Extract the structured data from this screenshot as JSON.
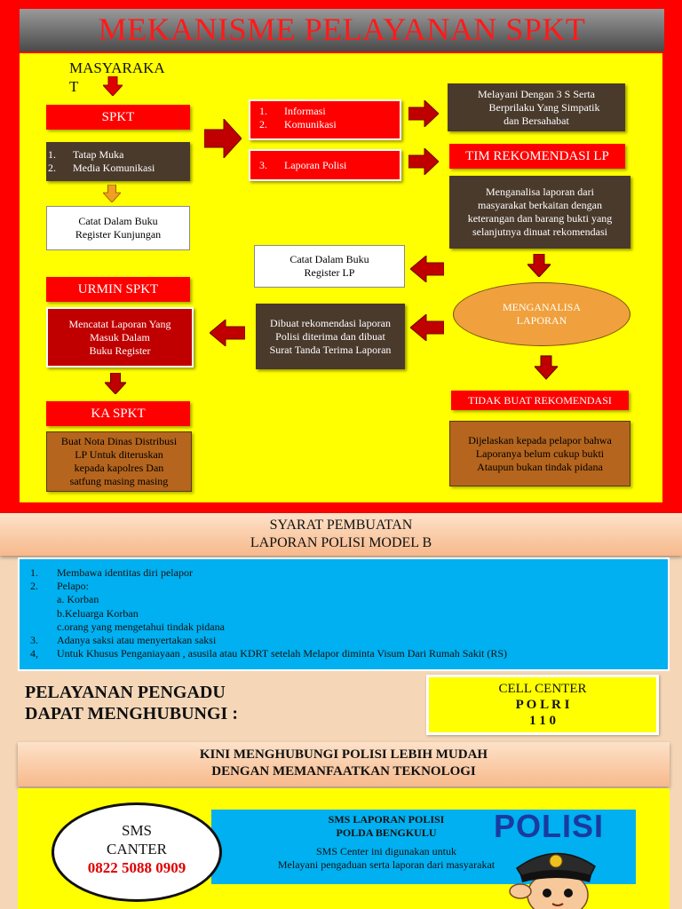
{
  "title": "MEKANISME PELAYANAN SPKT",
  "flow": {
    "masyarakat": "MASYARAKAT",
    "spkt_label": "SPKT",
    "spkt_items": [
      {
        "n": "1.",
        "text": "Tatap  Muka"
      },
      {
        "n": "2.",
        "text": "Media Komunikasi"
      }
    ],
    "catat_kunjungan": [
      "Catat Dalam Buku",
      "Register Kunjungan"
    ],
    "info_items": [
      {
        "n": "1.",
        "text": "Informasi"
      },
      {
        "n": "2.",
        "text": "Komunikasi"
      }
    ],
    "laporan_item": {
      "n": "3.",
      "text": "Laporan Polisi"
    },
    "melayani": [
      "Melayani Dengan 3 S Serta",
      "Berprilaku Yang Simpatik",
      "dan Bersahabat"
    ],
    "tim_label": "TIM REKOMENDASI LP",
    "menganalisa_text": [
      "Menganalisa laporan dari",
      "masyarakat berkaitan dengan",
      "keterangan dan barang bukti yang",
      "selanjutnya dinuat rekomendasi"
    ],
    "catat_lp": [
      "Catat Dalam Buku",
      "Register LP"
    ],
    "oval": [
      "MENGANALISA",
      "LAPORAN"
    ],
    "urmin_label": "URMIN SPKT",
    "urmin_text": [
      "Mencatat Laporan Yang",
      "Masuk Dalam",
      "Buku Register"
    ],
    "dibuat_text": [
      "Dibuat rekomendasi laporan",
      "Polisi diterima dan dibuat",
      "Surat Tanda Terima Laporan"
    ],
    "ka_label": "KA SPKT",
    "ka_text": [
      "Buat Nota Dinas Distribusi",
      "LP Untuk diteruskan",
      "kepada kapolres Dan",
      "satfung masing masing"
    ],
    "tidak_label": "TIDAK BUAT REKOMENDASI",
    "tidak_text": [
      "Dijelaskan kepada pelapor bahwa",
      "Laporanya belum cukup bukti",
      "Ataupun bukan tindak pidana"
    ]
  },
  "requirements": {
    "header": [
      "SYARAT PEMBUATAN",
      "LAPORAN POLISI MODEL B"
    ],
    "items": [
      {
        "n": "1.",
        "text": "Membawa identitas diri pelapor"
      },
      {
        "n": "2.",
        "text": "Pelapo:"
      },
      {
        "n": "",
        "text": "a. Korban"
      },
      {
        "n": "",
        "text": "b.Keluarga Korban"
      },
      {
        "n": "",
        "text": "c.orang  yang mengetahui tindak pidana"
      },
      {
        "n": "3.",
        "text": "Adanya saksi atau menyertakan saksi"
      },
      {
        "n": "4,",
        "text": "Untuk Khusus Penganiayaan , asusila atau KDRT setelah Melapor diminta Visum Dari Rumah Sakit (RS)"
      }
    ]
  },
  "contact": {
    "label": [
      "PELAYANAN PENGADU",
      "DAPAT MENGHUBUNGI :"
    ],
    "cell_center": [
      "CELL CENTER",
      "P O L R I",
      "1 1 0"
    ]
  },
  "tech": {
    "header": [
      "KINI MENGHUBUNGI POLISI LEBIH MUDAH",
      "DENGAN MEMANFAATKAN TEKNOLOGI"
    ],
    "sms_label": [
      "SMS",
      "CANTER"
    ],
    "sms_number": "0822 5088  0909",
    "panel_title": [
      "SMS LAPORAN POLISI",
      "POLDA BENGKULU"
    ],
    "panel_text": [
      "SMS Center ini digunakan untuk",
      "Melayani pengaduan serta laporan dari masyarakat"
    ],
    "logo": "POLISI"
  },
  "colors": {
    "frame": "#ff0000",
    "panel": "#ffff00",
    "dark": "#4a3a2c",
    "brown": "#b5651d",
    "blue": "#00b0f0",
    "oval": "#f0a03c"
  }
}
